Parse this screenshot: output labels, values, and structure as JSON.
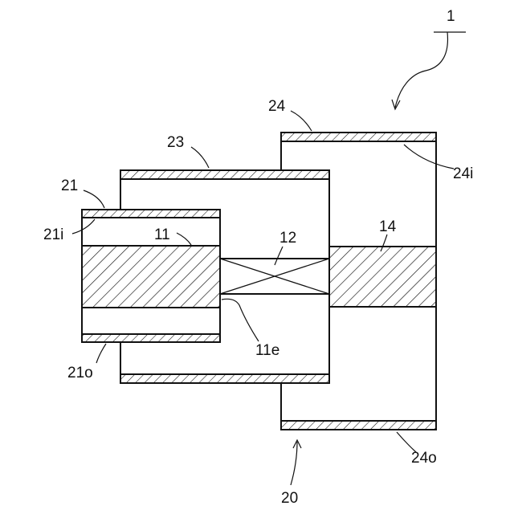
{
  "labels": {
    "device": "1",
    "assembly": "20",
    "outer_tube_21": "21",
    "inner_face_21i": "21i",
    "outer_face_21o": "21o",
    "sleeve_23": "23",
    "outer_tube_24": "24",
    "inner_face_24i": "24i",
    "outer_face_24o": "24o",
    "block_11": "11",
    "end_11e": "11e",
    "core_12": "12",
    "block_14": "14"
  },
  "colors": {
    "line": "#111111",
    "background": "#ffffff"
  }
}
